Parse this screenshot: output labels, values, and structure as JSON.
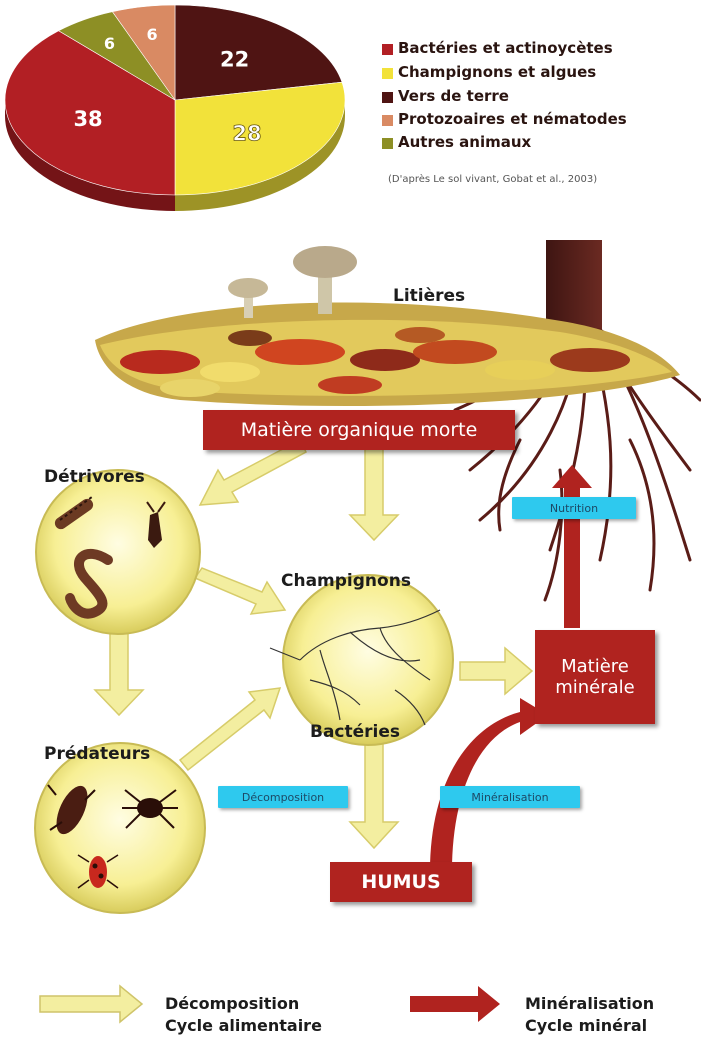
{
  "chart_data": {
    "type": "pie",
    "categories": [
      "Bactéries et actinoycètes",
      "Champignons et algues",
      "Vers de terre",
      "Protozoaires et nématodes",
      "Autres animaux"
    ],
    "values": [
      38,
      28,
      22,
      6,
      6
    ],
    "value_labels": [
      "38",
      "28",
      "22",
      "6",
      "6"
    ],
    "colors": [
      "#b21f24",
      "#f2e23a",
      "#4f1413",
      "#d98a63",
      "#8d8f25"
    ],
    "legend_position": "right",
    "source_note": "(D'après Le sol vivant, Gobat et al., 2003)"
  },
  "diagram": {
    "titles": {
      "litieres": "Litières",
      "detrivores": "Détrivores",
      "champignons": "Champignons",
      "bacteries": "Bactéries",
      "predateurs": "Prédateurs"
    },
    "boxes": {
      "matiere_organique": "Matière organique morte",
      "matiere_minerale_line1": "Matière",
      "matiere_minerale_line2": "minérale",
      "humus": "HUMUS"
    },
    "tags": {
      "nutrition": "Nutrition",
      "decomposition": "Décomposition",
      "mineralisation": "Minéralisation"
    }
  },
  "key": {
    "yellow_line1": "Décomposition",
    "yellow_line2": "Cycle alimentaire",
    "red_line1": "Minéralisation",
    "red_line2": "Cycle minéral"
  },
  "colors": {
    "yellow_arrow": "#f3eea0",
    "red": "#b0231f",
    "tag_blue": "#2ec9ee"
  }
}
